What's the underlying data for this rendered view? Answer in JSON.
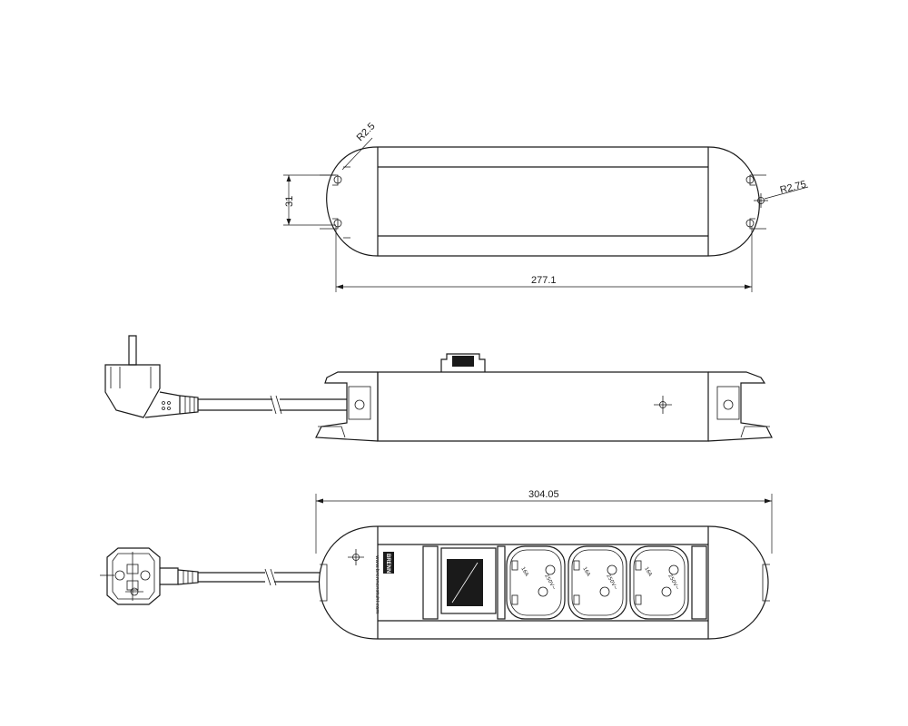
{
  "dimensions": {
    "radius_top_left": "R2.5",
    "radius_top_right": "R2.75",
    "height_left": "31",
    "length_top": "277.1",
    "length_bottom": "304.05"
  },
  "socket_marks": {
    "voltage": "250V~",
    "current": "16A"
  },
  "side_text": "www.brennenstuhl.com",
  "brand_text": "BRENNENSTUHL",
  "colors": {
    "line": "#1a1a1a",
    "background": "#ffffff"
  }
}
